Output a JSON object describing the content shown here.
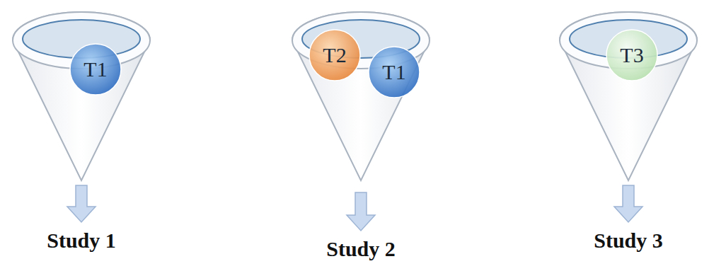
{
  "diagram": {
    "nodes": [
      {
        "text": [
          "Study 1"
        ]
      },
      {
        "text": [
          "T1"
        ],
        "in": 0
      },
      {
        "text": [
          "Study 2"
        ]
      },
      {
        "text": [
          "T2"
        ],
        "in": 2
      },
      {
        "text": [
          "T1"
        ],
        "in": 2
      },
      {
        "text": [
          "Study 3"
        ]
      },
      {
        "text": [
          "T3"
        ],
        "in": 5
      }
    ]
  }
}
